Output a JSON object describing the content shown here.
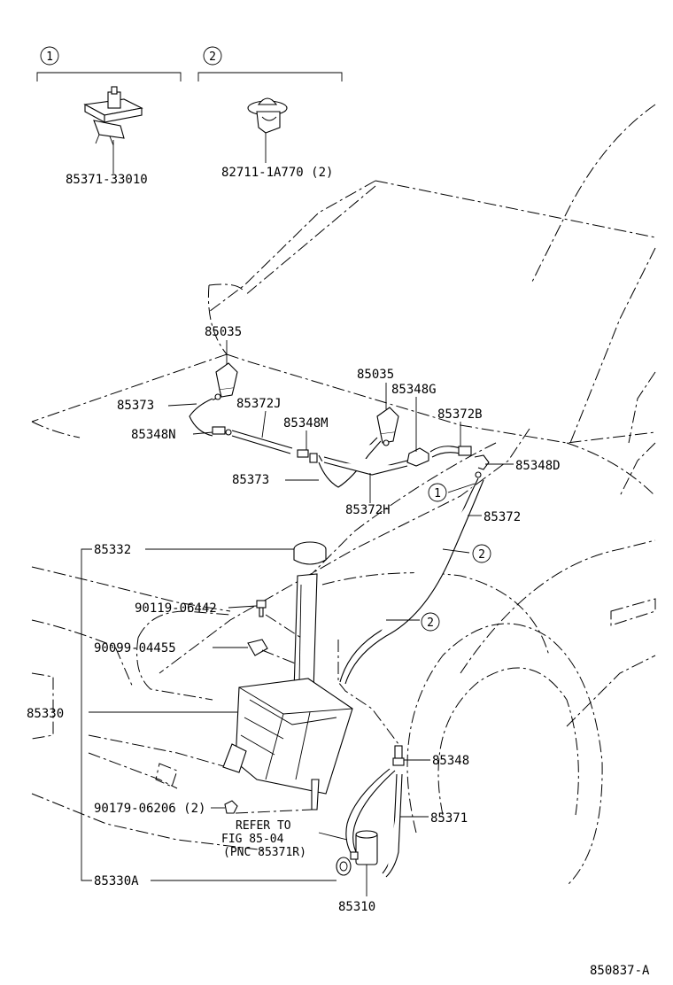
{
  "inset_views": [
    {
      "callout": "1",
      "part_no": "85371-33010"
    },
    {
      "callout": "2",
      "part_no": "82711-1A770 (2)"
    }
  ],
  "labels": {
    "nozzle_left": "85035",
    "nozzle_right": "85035",
    "hose_85373_top": "85373",
    "joint_85348N": "85348N",
    "hose_85372J": "85372J",
    "joint_85348M": "85348M",
    "joint_85348G": "85348G",
    "hose_85372B": "85372B",
    "hose_85373_bottom": "85373",
    "joint_85348D": "85348D",
    "hose_85372H": "85372H",
    "hose_85372": "85372",
    "callout_1": "1",
    "callout_2a": "2",
    "callout_2b": "2",
    "inlet_85332": "85332",
    "bolt_90119": "90119-06442",
    "clip_90099": "90099-04455",
    "tank_85330": "85330",
    "joint_85348": "85348",
    "nut_90179": "90179-06206 (2)",
    "hose_85371": "85371",
    "refer_line1": "REFER TO",
    "refer_line2": "FIG 85-04",
    "refer_line3": "(PNC 85371R)",
    "grommet_85330A": "85330A",
    "motor_85310": "85310",
    "figure_id": "850837-A"
  }
}
